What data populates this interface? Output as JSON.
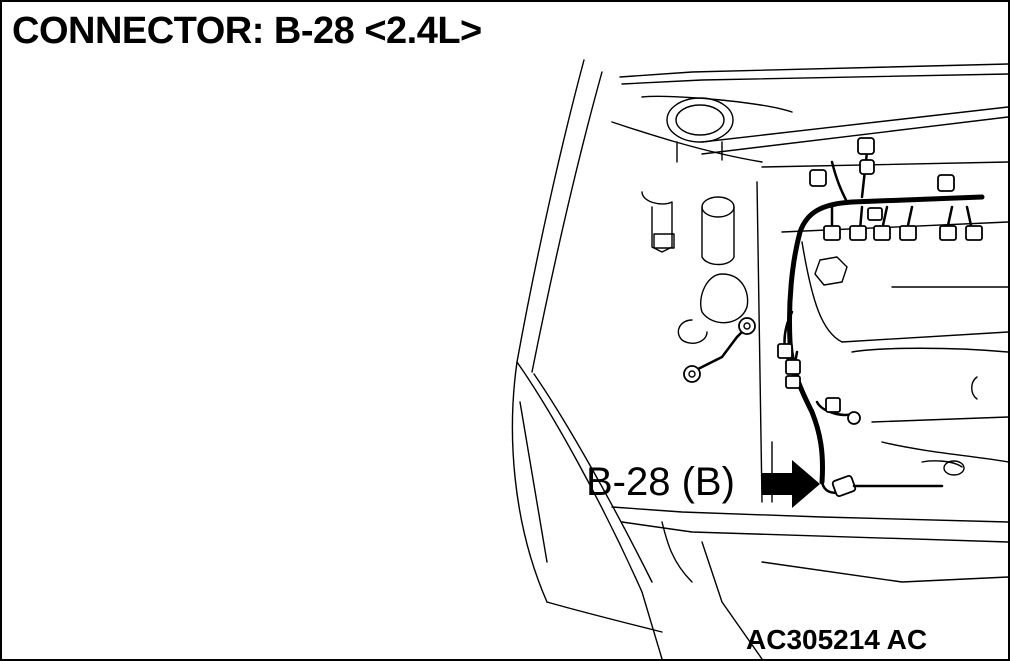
{
  "title": "CONNECTOR: B-28 <2.4L>",
  "callout": {
    "label": "B-28 (B)"
  },
  "figure_id": "AC305214 AC",
  "icons": {
    "engine_bay": "engine-compartment-illustration",
    "arrow": "right-arrow-icon",
    "connector": "connector-icon"
  }
}
